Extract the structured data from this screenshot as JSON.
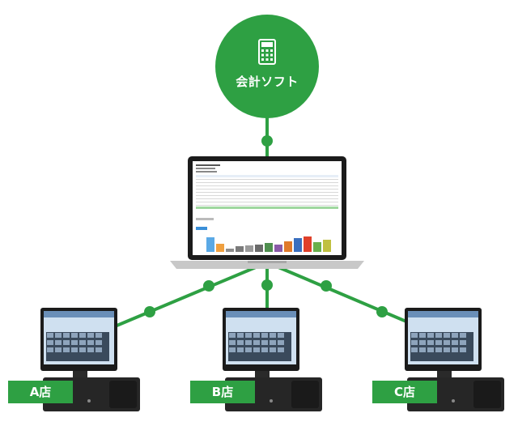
{
  "hub": {
    "label": "会計ソフト",
    "icon": "calculator-icon"
  },
  "stores": [
    {
      "label": "A店"
    },
    {
      "label": "B店"
    },
    {
      "label": "C店"
    }
  ],
  "colors": {
    "accent": "#2ea043",
    "screen_frame": "#1b1b1b",
    "laptop_body": "#c8c8c8"
  },
  "laptop_chart": {
    "bar_colors": [
      "#5aa9e6",
      "#f0a040",
      "#8e8e8e",
      "#7a7a7a",
      "#9a9a9a",
      "#6b6b6b",
      "#4f8f4f",
      "#8a5aa8",
      "#e07a2a",
      "#3a6fbf",
      "#e0402a",
      "#6ab04c",
      "#c0c040"
    ]
  }
}
